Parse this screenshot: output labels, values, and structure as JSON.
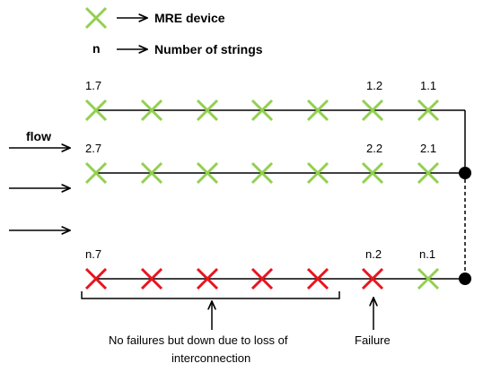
{
  "legend": {
    "device_label": "MRE device",
    "n_symbol": "n",
    "strings_label": "Number of strings"
  },
  "flow_label": "flow",
  "strings": [
    {
      "label_start": "1.7",
      "label_mid": "1.2",
      "label_end": "1.1",
      "device_states": [
        "ok",
        "ok",
        "ok",
        "ok",
        "ok",
        "ok",
        "ok"
      ]
    },
    {
      "label_start": "2.7",
      "label_mid": "2.2",
      "label_end": "2.1",
      "device_states": [
        "ok",
        "ok",
        "ok",
        "ok",
        "ok",
        "ok",
        "ok"
      ]
    },
    {
      "label_start": "n.7",
      "label_mid": "n.2",
      "label_end": "n.1",
      "device_states": [
        "down",
        "down",
        "down",
        "down",
        "down",
        "fail",
        "ok"
      ]
    }
  ],
  "annotations": {
    "down_line1": "No failures but down due to loss of",
    "down_line2": "interconnection",
    "failure": "Failure"
  },
  "colors": {
    "ok": "#92D050",
    "failed": "#E8141E",
    "line": "#000000"
  }
}
